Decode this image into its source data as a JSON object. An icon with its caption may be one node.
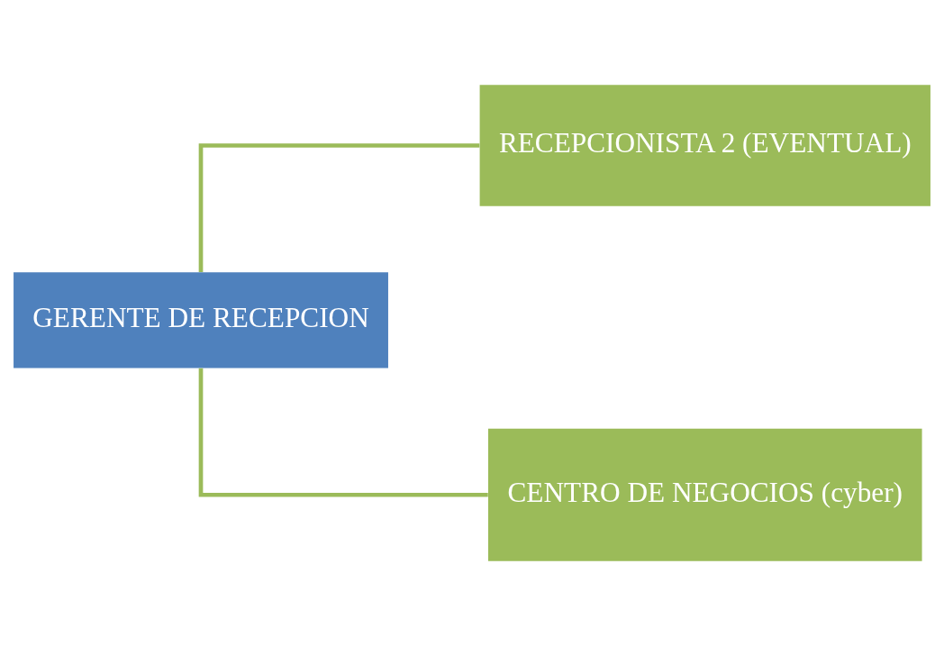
{
  "diagram": {
    "nodes": [
      {
        "text": [
          "GERENTE DE RECEPCION"
        ]
      },
      {
        "text": [
          "RECEPCIONISTA 2 (EVENTUAL)"
        ]
      },
      {
        "text": [
          "CENTRO DE NEGOCIOS (cyber)"
        ]
      }
    ],
    "edges": [
      {
        "from": 0,
        "to": 1,
        "arrow": "none"
      },
      {
        "from": 0,
        "to": 2,
        "arrow": "none"
      }
    ]
  }
}
